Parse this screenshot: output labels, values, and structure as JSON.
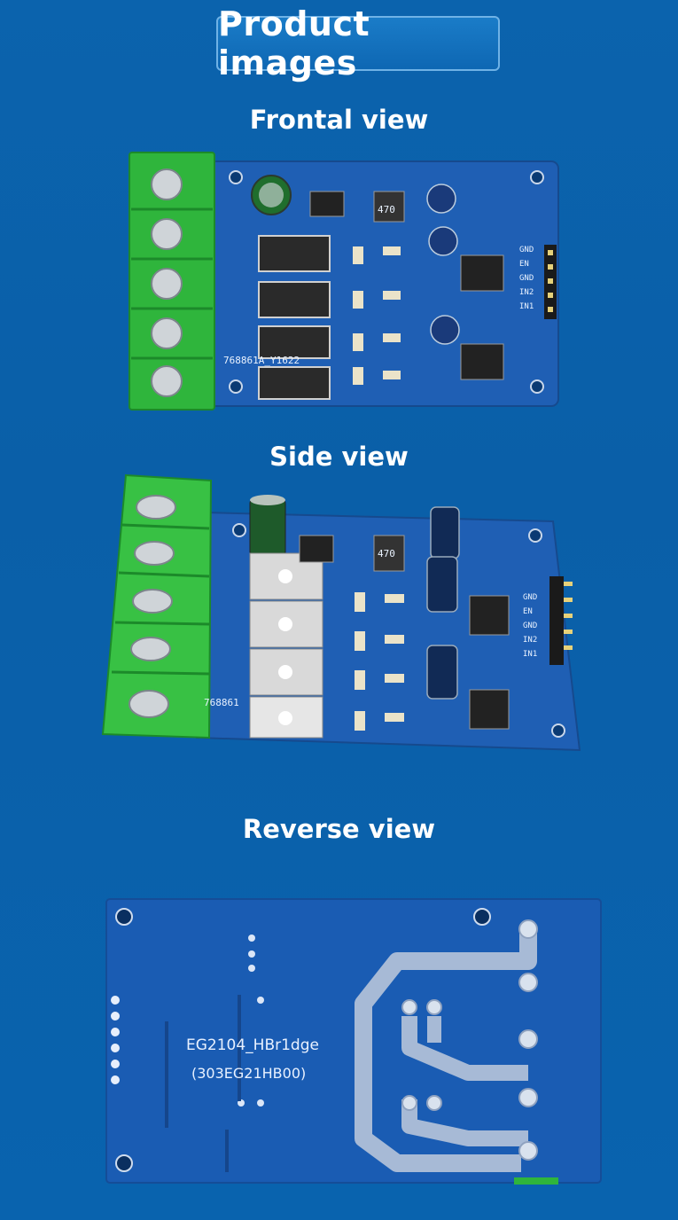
{
  "header": {
    "title": "Product images"
  },
  "sections": {
    "frontal": "Frontal view",
    "side": "Side view",
    "reverse": "Reverse view"
  },
  "board": {
    "serial_front": "768861A_Y1622",
    "serial_side": "768861",
    "inductor_label": "470",
    "header_pins": [
      "GND",
      "EN",
      "GND",
      "IN2",
      "IN1"
    ],
    "reverse_text_line1": "EG2104_HBr1dge",
    "reverse_text_line2": "(303EG21HB00)"
  },
  "colors": {
    "background": "#0a5fa8",
    "pcb": "#1f5fb4",
    "terminal": "#2fb53c",
    "white": "#ffffff"
  }
}
